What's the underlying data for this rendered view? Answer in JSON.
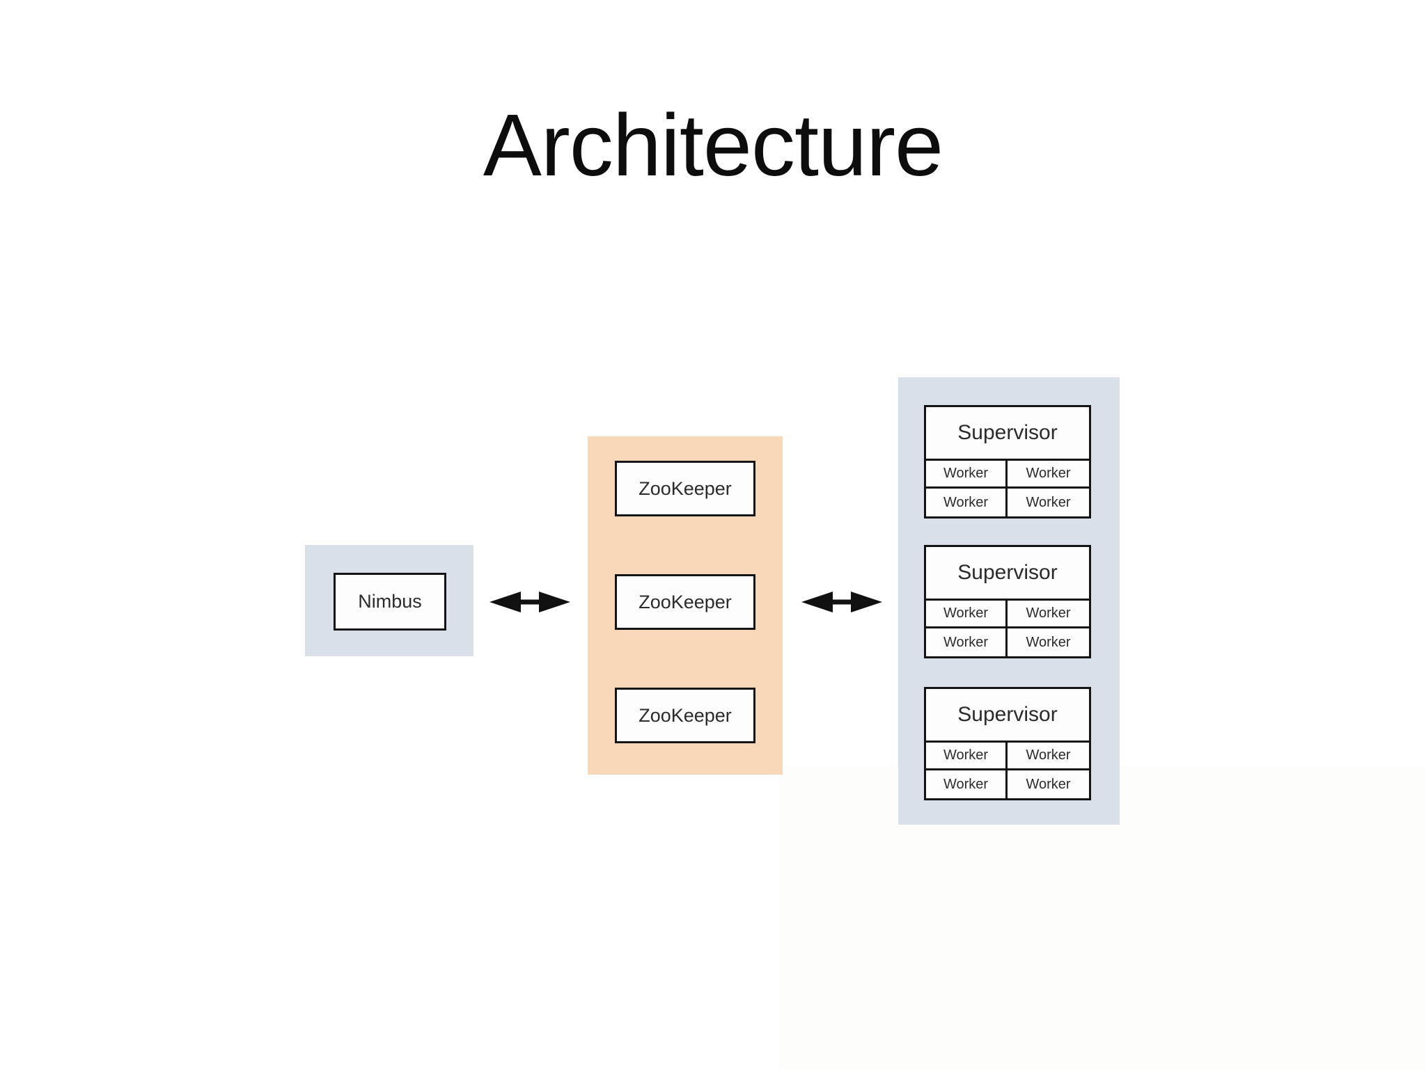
{
  "slide": {
    "title": "Architecture"
  },
  "colors": {
    "nimbus_panel_bg": "#d9e0e9",
    "zookeeper_panel_bg": "#f9d7b9",
    "supervisor_panel_bg": "#d9e0e9",
    "node_fill": "#fdfdfd",
    "node_border": "#141414",
    "arrow": "#111111",
    "title_text": "#0d0d0d",
    "node_text": "#2b2b2b"
  },
  "diagram": {
    "nimbus": {
      "label": "Nimbus"
    },
    "zookeeper_cluster": {
      "nodes": [
        {
          "label": "ZooKeeper"
        },
        {
          "label": "ZooKeeper"
        },
        {
          "label": "ZooKeeper"
        }
      ]
    },
    "supervisor_cluster": {
      "groups": [
        {
          "label": "Supervisor",
          "workers": [
            "Worker",
            "Worker",
            "Worker",
            "Worker"
          ]
        },
        {
          "label": "Supervisor",
          "workers": [
            "Worker",
            "Worker",
            "Worker",
            "Worker"
          ]
        },
        {
          "label": "Supervisor",
          "workers": [
            "Worker",
            "Worker",
            "Worker",
            "Worker"
          ]
        }
      ]
    },
    "arrows": [
      {
        "name": "nimbus-zookeeper-link",
        "direction": "bidirectional"
      },
      {
        "name": "zookeeper-supervisor-link",
        "direction": "bidirectional"
      }
    ]
  }
}
